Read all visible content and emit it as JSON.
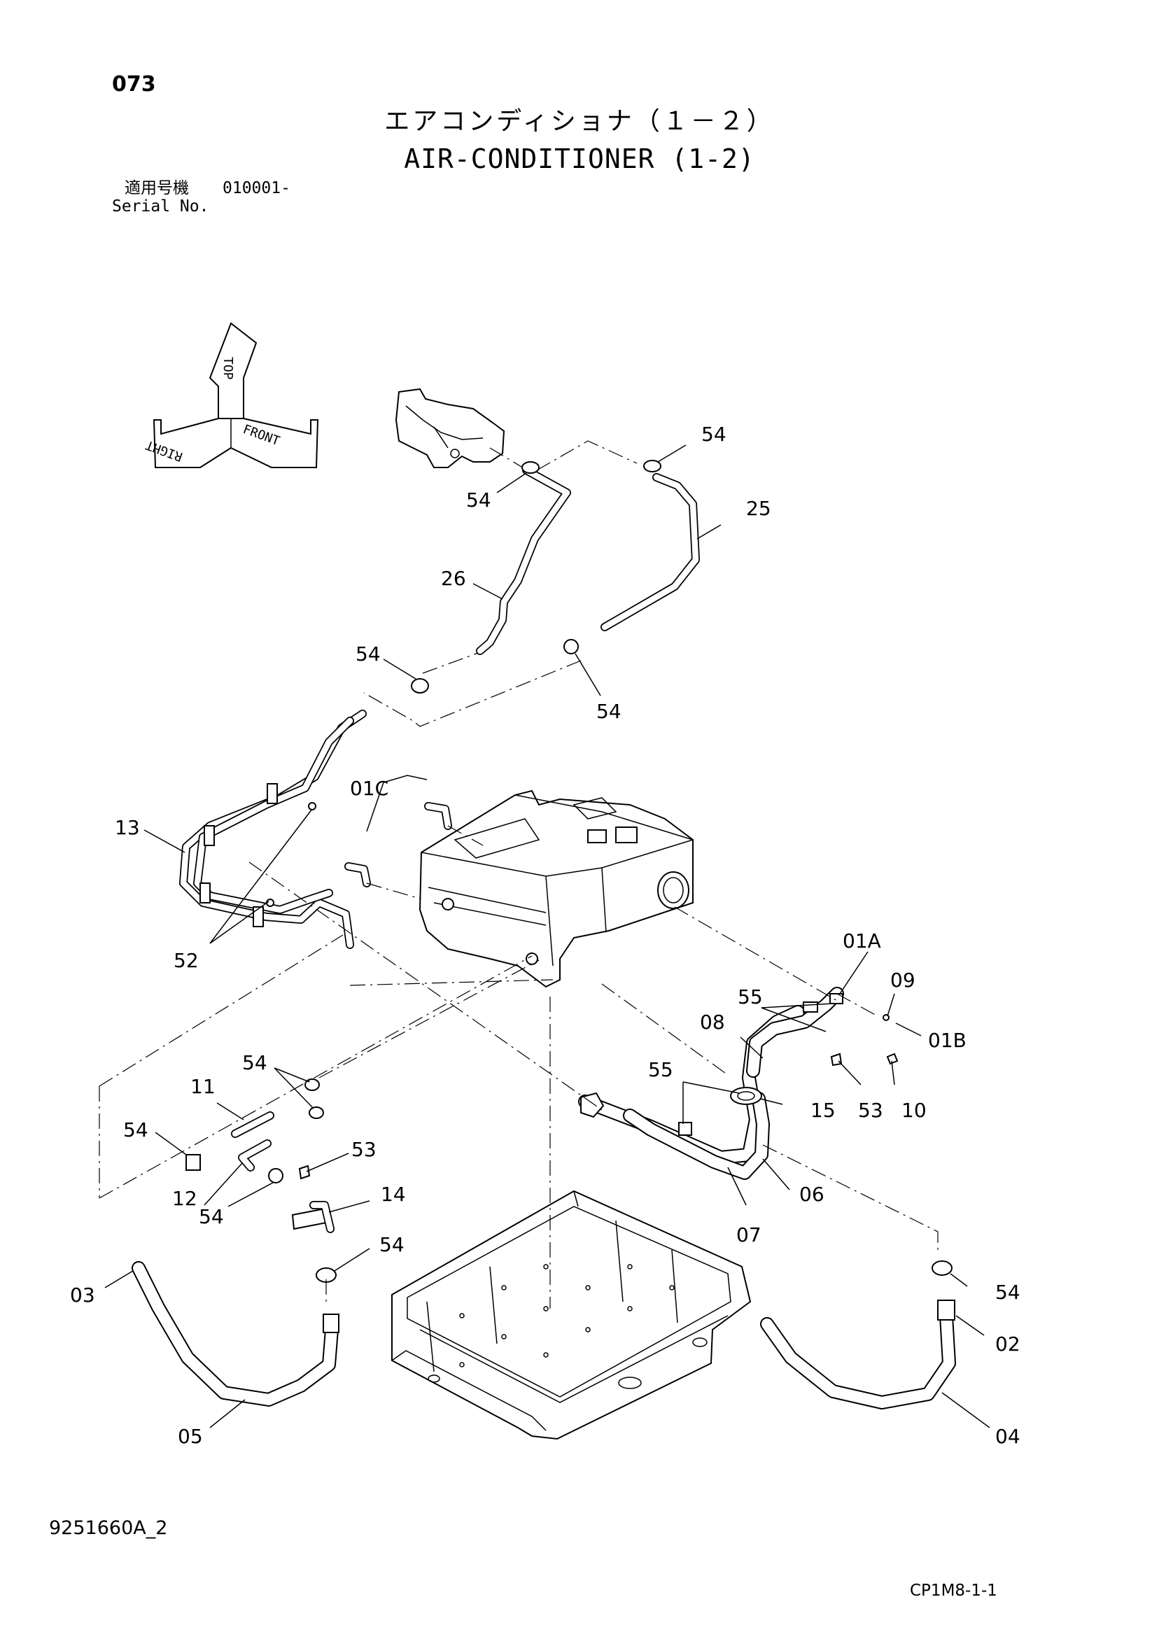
{
  "header": {
    "page_number": "073",
    "title_jp": "エアコンディショナ（１－２）",
    "title_en": "AIR-CONDITIONER (1-2)",
    "serial_label_jp": "適用号機",
    "serial_value": "010001-",
    "serial_label_en": "Serial No."
  },
  "orientation": {
    "top": "TOP",
    "front": "FRONT",
    "right": "RIGHT"
  },
  "callouts": {
    "c54_a": "54",
    "c54_b": "54",
    "c25": "25",
    "c26": "26",
    "c54_c": "54",
    "c54_d": "54",
    "c01C": "01C",
    "c13": "13",
    "c52": "52",
    "c01A": "01A",
    "c09": "09",
    "c55_a": "55",
    "c08": "08",
    "c01B": "01B",
    "c55_b": "55",
    "c53_a": "53",
    "c10": "10",
    "c15": "15",
    "c54_e": "54",
    "c11": "11",
    "c54_f": "54",
    "c53_b": "53",
    "c12": "12",
    "c54_g": "54",
    "c14": "14",
    "c06": "06",
    "c07": "07",
    "c54_h": "54",
    "c03": "03",
    "c54_i": "54",
    "c02": "02",
    "c05": "05",
    "c04": "04"
  },
  "footer": {
    "document_number": "9251660A_2",
    "sheet_code": "CP1M8-1-1"
  }
}
